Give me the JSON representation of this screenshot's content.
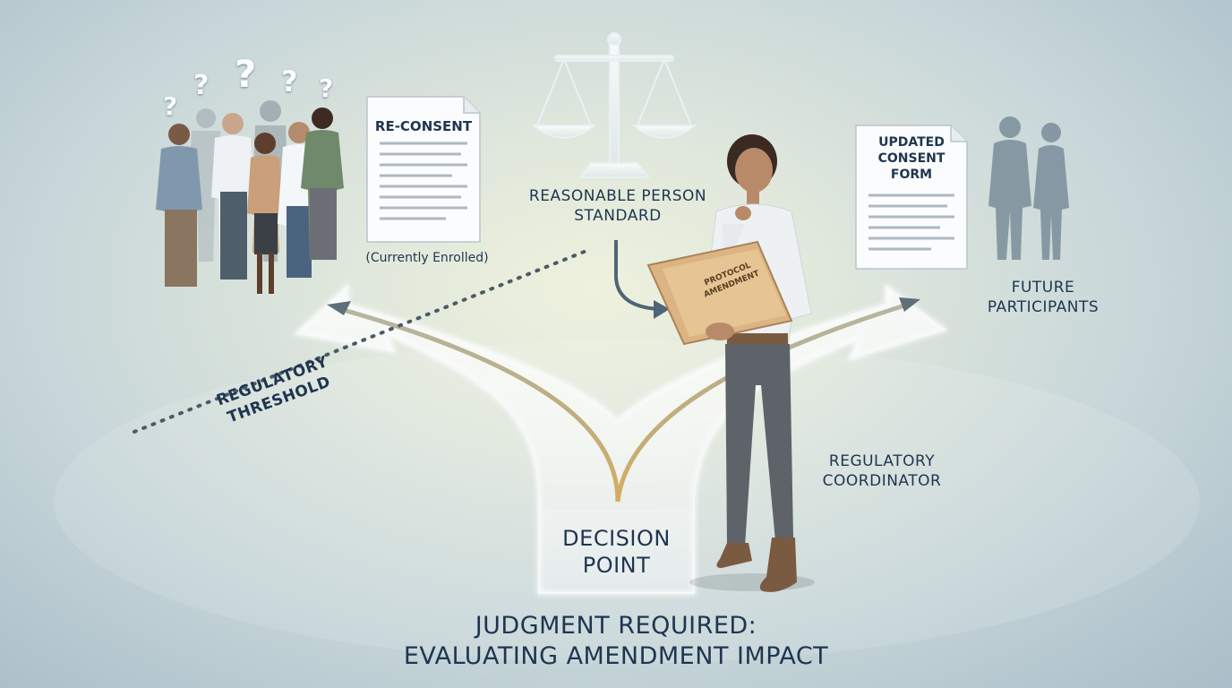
{
  "labels": {
    "reconsent": "RE-CONSENT",
    "currently_enrolled": "(Currently Enrolled)",
    "reasonable_person_line1": "REASONABLE PERSON",
    "reasonable_person_line2": "STANDARD",
    "updated_consent_line1": "UPDATED",
    "updated_consent_line2": "CONSENT",
    "updated_consent_line3": "FORM",
    "future_line1": "FUTURE",
    "future_line2": "PARTICIPANTS",
    "regulatory_threshold_line1": "REGULATORY",
    "regulatory_threshold_line2": "THRESHOLD",
    "regulatory_coordinator_line1": "REGULATORY",
    "regulatory_coordinator_line2": "COORDINATOR",
    "decision_point_line1": "DECISION",
    "decision_point_line2": "POINT",
    "binder_line1": "PROTOCOL",
    "binder_line2": "AMENDMENT",
    "footer_line1": "JUDGMENT REQUIRED:",
    "footer_line2": "EVALUATING AMENDMENT IMPACT"
  },
  "question_marks": [
    "?",
    "?",
    "?",
    "?",
    "?"
  ],
  "colors": {
    "text": "#1f3550",
    "accent_path": "#d8b36a",
    "arrow_glow": "#ffffff",
    "silhouette": "#6e8391"
  }
}
